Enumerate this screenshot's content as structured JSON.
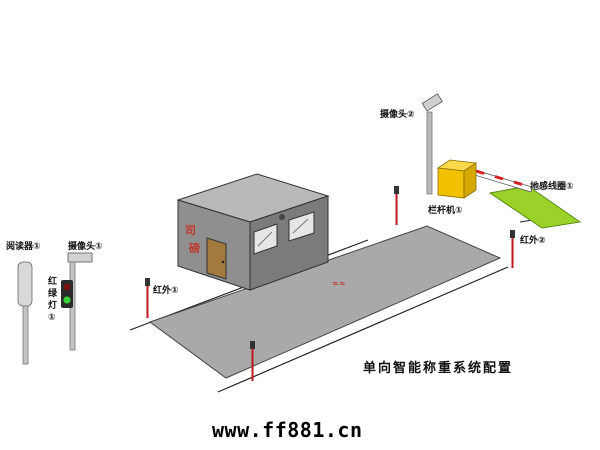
{
  "title": "单向智能称重系统配置",
  "watermark_url": "www.ff881.cn",
  "labels": {
    "camera_2": "摄像头②",
    "barrier": "栏杆机①",
    "sensor_coil": "地感线圈①",
    "infrared_2": "红外②",
    "infrared_1": "红外①",
    "card_reader": "阅读器①",
    "camera_1": "摄像头①",
    "traffic_light": "红绿灯①"
  },
  "booth_sign_chars": [
    "司",
    "磅"
  ],
  "scale_mark": "≈≈",
  "colors": {
    "booth_body": "#8f8f8f",
    "platform": "#a9a9a9",
    "barrier_box": "#f2c200",
    "sensor_coil": "#9bd22a",
    "infrared_post": "#c0161e"
  }
}
